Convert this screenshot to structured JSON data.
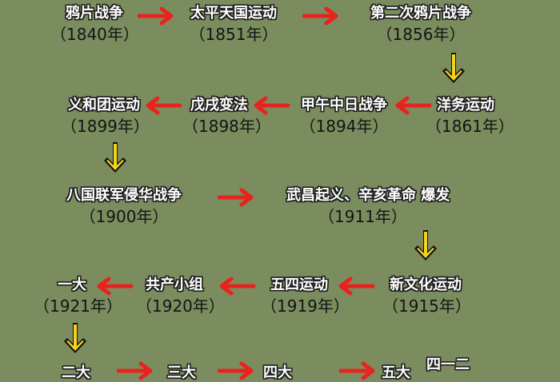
{
  "colors": {
    "background": "#7b8c5f",
    "title_text": "#ffffff",
    "title_outline": "#1d1d1d",
    "year_text": "#141414",
    "horizontal_arrow": "#e8231e",
    "vertical_arrow_fill": "#f6d31f",
    "vertical_arrow_outline": "#111111"
  },
  "nodes": [
    {
      "id": "opium-war",
      "title": "鸦片战争",
      "year": "（1840年）"
    },
    {
      "id": "taiping",
      "title": "太平天国运动",
      "year": "（1851年）"
    },
    {
      "id": "second-opium-war",
      "title": "第二次鸦片战争",
      "year": "（1856年）"
    },
    {
      "id": "self-strengthening",
      "title": "洋务运动",
      "year": "（1861年）"
    },
    {
      "id": "sino-japanese-war",
      "title": "甲午中日战争",
      "year": "（1894年）"
    },
    {
      "id": "hundred-days-reform",
      "title": "戊戌变法",
      "year": "（1898年）"
    },
    {
      "id": "boxer",
      "title": "义和团运动",
      "year": "（1899年）"
    },
    {
      "id": "eight-nation",
      "title": "八国联军侵华战争",
      "year": "（1900年）"
    },
    {
      "id": "xinhai",
      "title": "武昌起义、辛亥革命 爆发",
      "year": "（1911年）"
    },
    {
      "id": "new-culture",
      "title": "新文化运动",
      "year": "（1915年）"
    },
    {
      "id": "may-fourth",
      "title": "五四运动",
      "year": "（1919年）"
    },
    {
      "id": "communist-groups",
      "title": "共产小组",
      "year": "（1920年）"
    },
    {
      "id": "first-congress",
      "title": "一大",
      "year": "（1921年）"
    },
    {
      "id": "second-congress",
      "title": "二大"
    },
    {
      "id": "third-congress",
      "title": "三大"
    },
    {
      "id": "fourth-congress",
      "title": "四大"
    },
    {
      "id": "fifth-congress",
      "title": "五大"
    },
    {
      "id": "april-twelve",
      "title": "四一二"
    }
  ],
  "arrows": [
    {
      "from": "opium-war",
      "to": "taiping",
      "direction": "right"
    },
    {
      "from": "taiping",
      "to": "second-opium-war",
      "direction": "right"
    },
    {
      "from": "second-opium-war",
      "to": "self-strengthening",
      "direction": "down"
    },
    {
      "from": "self-strengthening",
      "to": "sino-japanese-war",
      "direction": "left"
    },
    {
      "from": "sino-japanese-war",
      "to": "hundred-days-reform",
      "direction": "left"
    },
    {
      "from": "hundred-days-reform",
      "to": "boxer",
      "direction": "left"
    },
    {
      "from": "boxer",
      "to": "eight-nation",
      "direction": "down"
    },
    {
      "from": "eight-nation",
      "to": "xinhai",
      "direction": "right"
    },
    {
      "from": "xinhai",
      "to": "new-culture",
      "direction": "down"
    },
    {
      "from": "new-culture",
      "to": "may-fourth",
      "direction": "left"
    },
    {
      "from": "may-fourth",
      "to": "communist-groups",
      "direction": "left"
    },
    {
      "from": "communist-groups",
      "to": "first-congress",
      "direction": "left"
    },
    {
      "from": "first-congress",
      "to": "second-congress",
      "direction": "down"
    },
    {
      "from": "second-congress",
      "to": "third-congress",
      "direction": "right"
    },
    {
      "from": "third-congress",
      "to": "fourth-congress",
      "direction": "right"
    },
    {
      "from": "fourth-congress",
      "to": "fifth-congress",
      "direction": "right"
    }
  ]
}
